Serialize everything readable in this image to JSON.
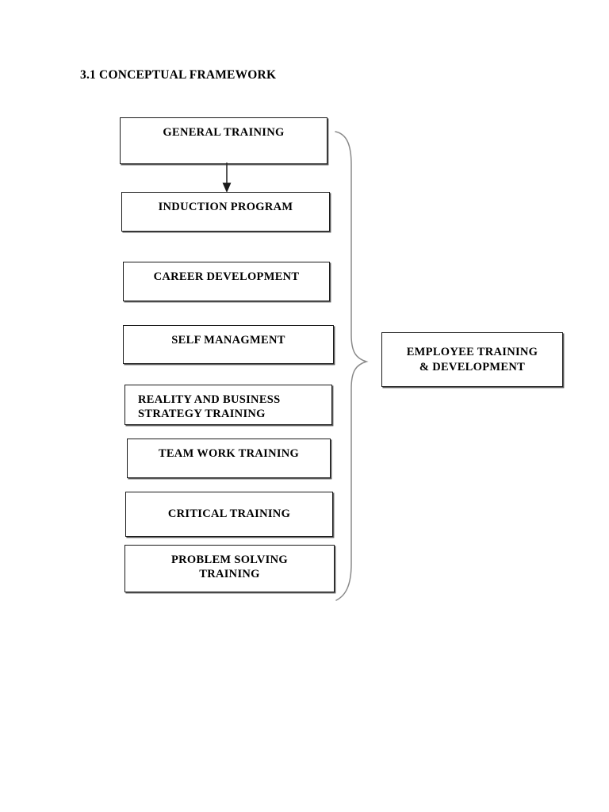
{
  "page": {
    "section_title": "3.1 CONCEPTUAL FRAMEWORK",
    "background_color": "#ffffff",
    "text_color": "#000000",
    "border_color": "#1a1a1a",
    "shadow_color": "#5a5a5a"
  },
  "diagram": {
    "type": "grouping-brace-flowchart",
    "inputs": [
      {
        "id": "general-training",
        "label": "GENERAL TRAINING"
      },
      {
        "id": "induction-program",
        "label": "INDUCTION PROGRAM"
      },
      {
        "id": "career-development",
        "label": "CAREER DEVELOPMENT"
      },
      {
        "id": "self-managment",
        "label": "SELF MANAGMENT"
      },
      {
        "id": "reality-business",
        "label": "REALITY AND BUSINESS\nSTRATEGY TRAINING"
      },
      {
        "id": "team-work",
        "label": "TEAM WORK TRAINING"
      },
      {
        "id": "critical-training",
        "label": "CRITICAL TRAINING"
      },
      {
        "id": "problem-solving",
        "label": "PROBLEM SOLVING\nTRAINING"
      }
    ],
    "outcome": {
      "id": "employee-training",
      "label": "EMPLOYEE TRAINING\n& DEVELOPMENT"
    },
    "connectors": [
      {
        "id": "arrow-general-to-induction",
        "kind": "arrow",
        "from": "general-training",
        "to": "induction-program"
      },
      {
        "id": "brace",
        "kind": "curly-brace",
        "from": "all-inputs",
        "to": "employee-training"
      }
    ]
  }
}
